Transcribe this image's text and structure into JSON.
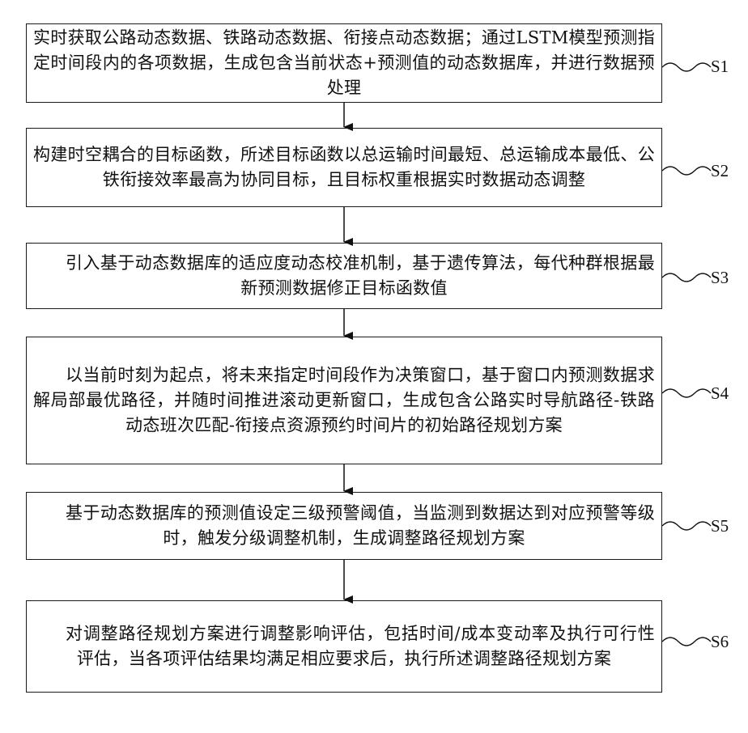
{
  "steps": [
    {
      "id": "S1",
      "label": "S1",
      "text": "实时获取公路动态数据、铁路动态数据、衔接点动态数据；通过LSTM模型预测指定时间段内的各项数据，生成包含当前状态+预测值的动态数据库，并进行数据预处理"
    },
    {
      "id": "S2",
      "label": "S2",
      "text": "构建时空耦合的目标函数，所述目标函数以总运输时间最短、总运输成本最低、公铁衔接效率最高为协同目标，且目标权重根据实时数据动态调整"
    },
    {
      "id": "S3",
      "label": "S3",
      "text": "引入基于动态数据库的适应度动态校准机制，基于遗传算法，每代种群根据最新预测数据修正目标函数值"
    },
    {
      "id": "S4",
      "label": "S4",
      "text": "以当前时刻为起点，将未来指定时间段作为决策窗口，基于窗口内预测数据求解局部最优路径，并随时间推进滚动更新窗口，生成包含公路实时导航路径-铁路动态班次匹配-衔接点资源预约时间片的初始路径规划方案"
    },
    {
      "id": "S5",
      "label": "S5",
      "text": "基于动态数据库的预测值设定三级预警阈值，当监测到数据达到对应预警等级时，触发分级调整机制，生成调整路径规划方案"
    },
    {
      "id": "S6",
      "label": "S6",
      "text": "对调整路径规划方案进行调整影响评估，包括时间/成本变动率及执行可行性评估，当各项评估结果均满足相应要求后，执行所述调整路径规划方案"
    }
  ]
}
